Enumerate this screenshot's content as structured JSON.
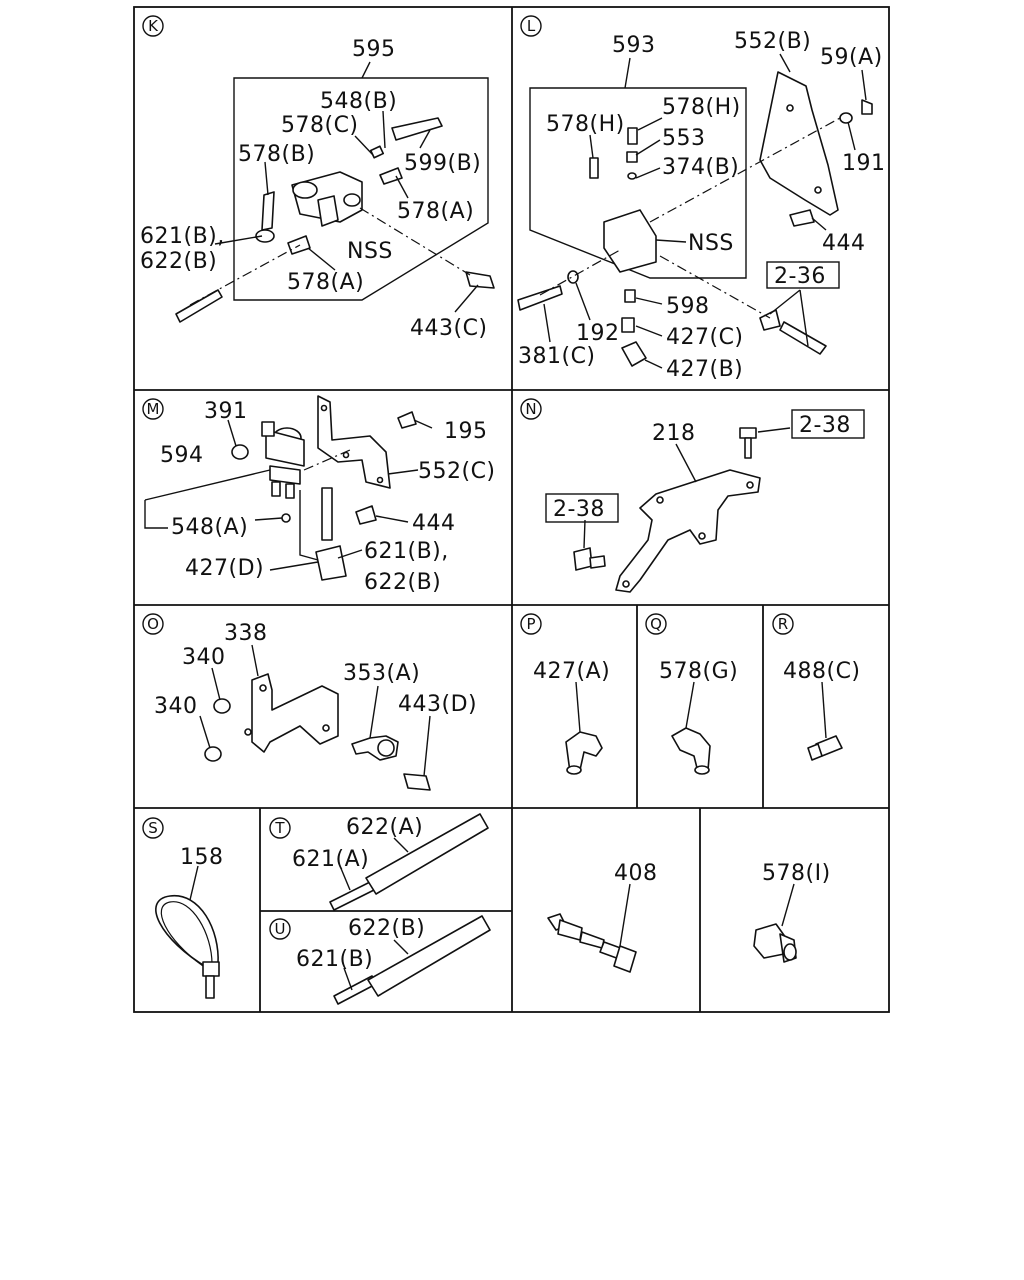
{
  "panels": {
    "K": {
      "letter": "K",
      "labels": {
        "l595": "595",
        "l548b": "548(B)",
        "l578c": "578(C)",
        "l578b": "578(B)",
        "l599b": "599(B)",
        "l578a_r": "578(A)",
        "l621b": "621(B),",
        "l622b": "622(B)",
        "nss": "NSS",
        "l578a_b": "578(A)",
        "l443c": "443(C)"
      }
    },
    "L": {
      "letter": "L",
      "labels": {
        "l593": "593",
        "l552b": "552(B)",
        "l59a": "59(A)",
        "l578h_l": "578(H)",
        "l578h_r": "578(H)",
        "l553": "553",
        "l374b": "374(B)",
        "l191": "191",
        "nss": "NSS",
        "l444": "444",
        "ref": "2-36",
        "l598": "598",
        "l192": "192",
        "l427c": "427(C)",
        "l381c": "381(C)",
        "l427b": "427(B)"
      }
    },
    "M": {
      "letter": "M",
      "labels": {
        "l391": "391",
        "l195": "195",
        "l594": "594",
        "l552c": "552(C)",
        "l548a": "548(A)",
        "l444": "444",
        "l621b": "621(B),",
        "l427d": "427(D)",
        "l622b": "622(B)"
      }
    },
    "N": {
      "letter": "N",
      "labels": {
        "l218": "218",
        "ref_top": "2-38",
        "ref_left": "2-38"
      }
    },
    "O": {
      "letter": "O",
      "labels": {
        "l338": "338",
        "l340a": "340",
        "l353a": "353(A)",
        "l340b": "340",
        "l443d": "443(D)"
      }
    },
    "P": {
      "letter": "P",
      "labels": {
        "l427a": "427(A)"
      }
    },
    "Q": {
      "letter": "Q",
      "labels": {
        "l578g": "578(G)"
      }
    },
    "R": {
      "letter": "R",
      "labels": {
        "l488c": "488(C)"
      }
    },
    "S": {
      "letter": "S",
      "labels": {
        "l158": "158"
      }
    },
    "T": {
      "letter": "T",
      "labels": {
        "l622a": "622(A)",
        "l621a": "621(A)"
      }
    },
    "U": {
      "letter": "U",
      "labels": {
        "l622b": "622(B)",
        "l621b": "621(B)"
      }
    },
    "V": {
      "labels": {
        "l408": "408"
      }
    },
    "W": {
      "labels": {
        "l578i": "578(I)"
      }
    }
  }
}
